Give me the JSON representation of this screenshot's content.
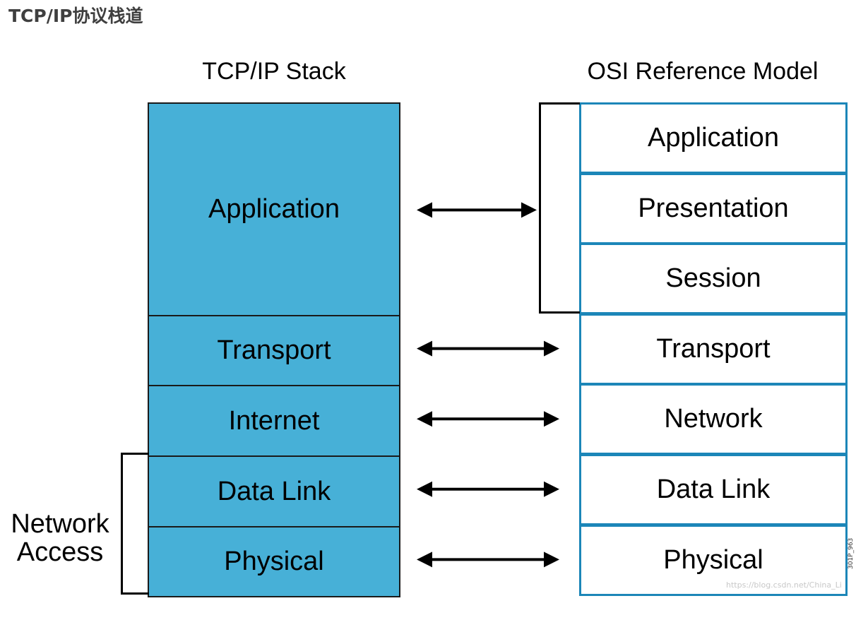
{
  "heading": "TCP/IP协议栈道",
  "tcp_stack": {
    "title": "TCP/IP Stack",
    "layers": [
      {
        "label": "Application",
        "rows": 3
      },
      {
        "label": "Transport",
        "rows": 1
      },
      {
        "label": "Internet",
        "rows": 1
      },
      {
        "label": "Data Link",
        "rows": 1
      },
      {
        "label": "Physical",
        "rows": 1
      }
    ],
    "fill_color": "#47b0d7",
    "border_color": "#1a1a1a"
  },
  "osi_model": {
    "title": "OSI Reference Model",
    "layers": [
      {
        "label": "Application"
      },
      {
        "label": "Presentation"
      },
      {
        "label": "Session"
      },
      {
        "label": "Transport"
      },
      {
        "label": "Network"
      },
      {
        "label": "Data Link"
      },
      {
        "label": "Physical"
      }
    ],
    "border_color": "#1c86b8"
  },
  "network_access_group": {
    "line1": "Network",
    "line2": "Access"
  },
  "arrow_color": "#000000",
  "watermark": "https://blog.csdn.net/China_Li",
  "figure_id": "301P_963"
}
